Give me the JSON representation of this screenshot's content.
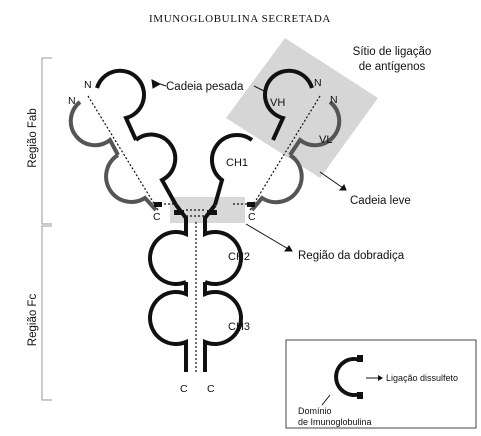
{
  "title": "IMUNOGLOBULINA SECRETADA",
  "regions": {
    "fab": "Região Fab",
    "fc": "Região Fc"
  },
  "callouts": {
    "antigen_site_line1": "Sítio de ligação",
    "antigen_site_line2": "de antígenos",
    "heavy_chain": "Cadeia pesada",
    "light_chain": "Cadeia leve",
    "hinge": "Região da dobradiça"
  },
  "domains": {
    "vh": "VH",
    "vl": "VL",
    "ch1": "CH1",
    "ch2": "CH2",
    "ch3": "CH3"
  },
  "termini": {
    "n": "N",
    "c": "C"
  },
  "legend": {
    "disulfide": "Ligação dissulfeto",
    "domain_line1": "Domínio",
    "domain_line2": "de Imunoglobulina"
  },
  "colors": {
    "heavy": "#111111",
    "light": "#555555",
    "shade": "#cfcfcf"
  }
}
